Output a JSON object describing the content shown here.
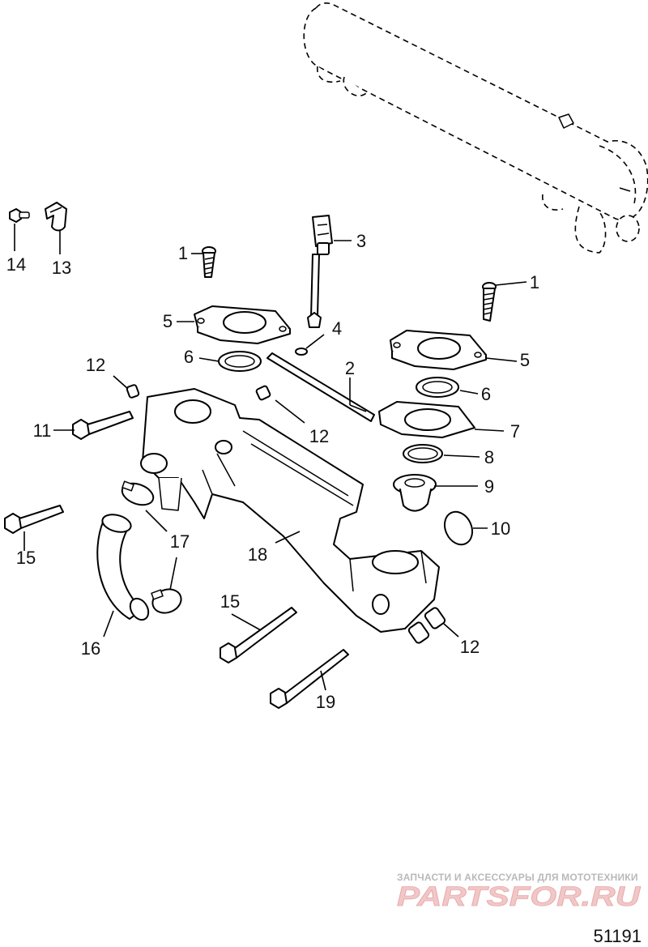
{
  "diagram": {
    "figure_number": "51191",
    "watermark": {
      "caption": "ЗАПЧАСТИ И АКСЕССУАРЫ ДЛЯ МОТОТЕХНИКИ",
      "brand": "PARTSFOR.RU"
    },
    "callouts": {
      "c1a": "1",
      "c1b": "1",
      "c2": "2",
      "c3": "3",
      "c4": "4",
      "c5a": "5",
      "c5b": "5",
      "c6a": "6",
      "c6b": "6",
      "c7": "7",
      "c8": "8",
      "c9": "9",
      "c10": "10",
      "c11": "11",
      "c12a": "12",
      "c12b": "12",
      "c12c": "12",
      "c13": "13",
      "c14": "14",
      "c15a": "15",
      "c15b": "15",
      "c16": "16",
      "c17": "17",
      "c18": "18",
      "c19": "19"
    }
  }
}
